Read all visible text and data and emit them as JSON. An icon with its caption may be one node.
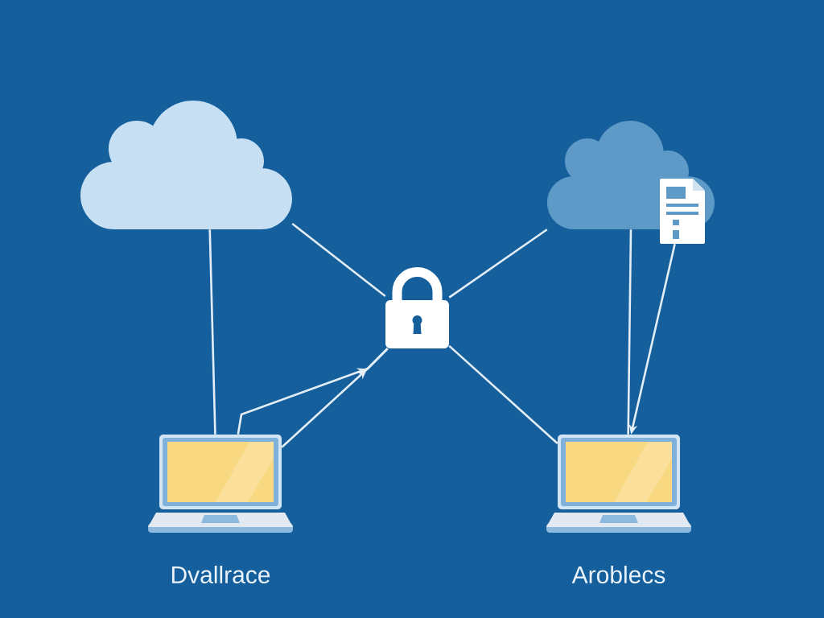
{
  "diagram": {
    "nodes": [
      {
        "text": [],
        "shape": "cloud"
      },
      {
        "text": [],
        "shape": "cloud"
      },
      {
        "text": [],
        "shape": "document"
      },
      {
        "text": [],
        "shape": "padlock"
      },
      {
        "text": [
          "Dvallrace"
        ]
      },
      {
        "text": [
          "Aroblecs"
        ]
      }
    ],
    "edges": [
      {
        "from": 0,
        "to": 4,
        "arrow": "none"
      },
      {
        "from": 0,
        "to": 3,
        "arrow": "none"
      },
      {
        "from": 1,
        "to": 3,
        "arrow": "none"
      },
      {
        "from": 3,
        "to": 5,
        "arrow": "none"
      },
      {
        "from": 4,
        "to": 3,
        "arrow": "to"
      },
      {
        "from": 4,
        "to": 3,
        "arrow": "to"
      },
      {
        "from": 1,
        "to": 5,
        "arrow": "none"
      },
      {
        "from": 2,
        "to": 5,
        "arrow": "to"
      }
    ]
  }
}
